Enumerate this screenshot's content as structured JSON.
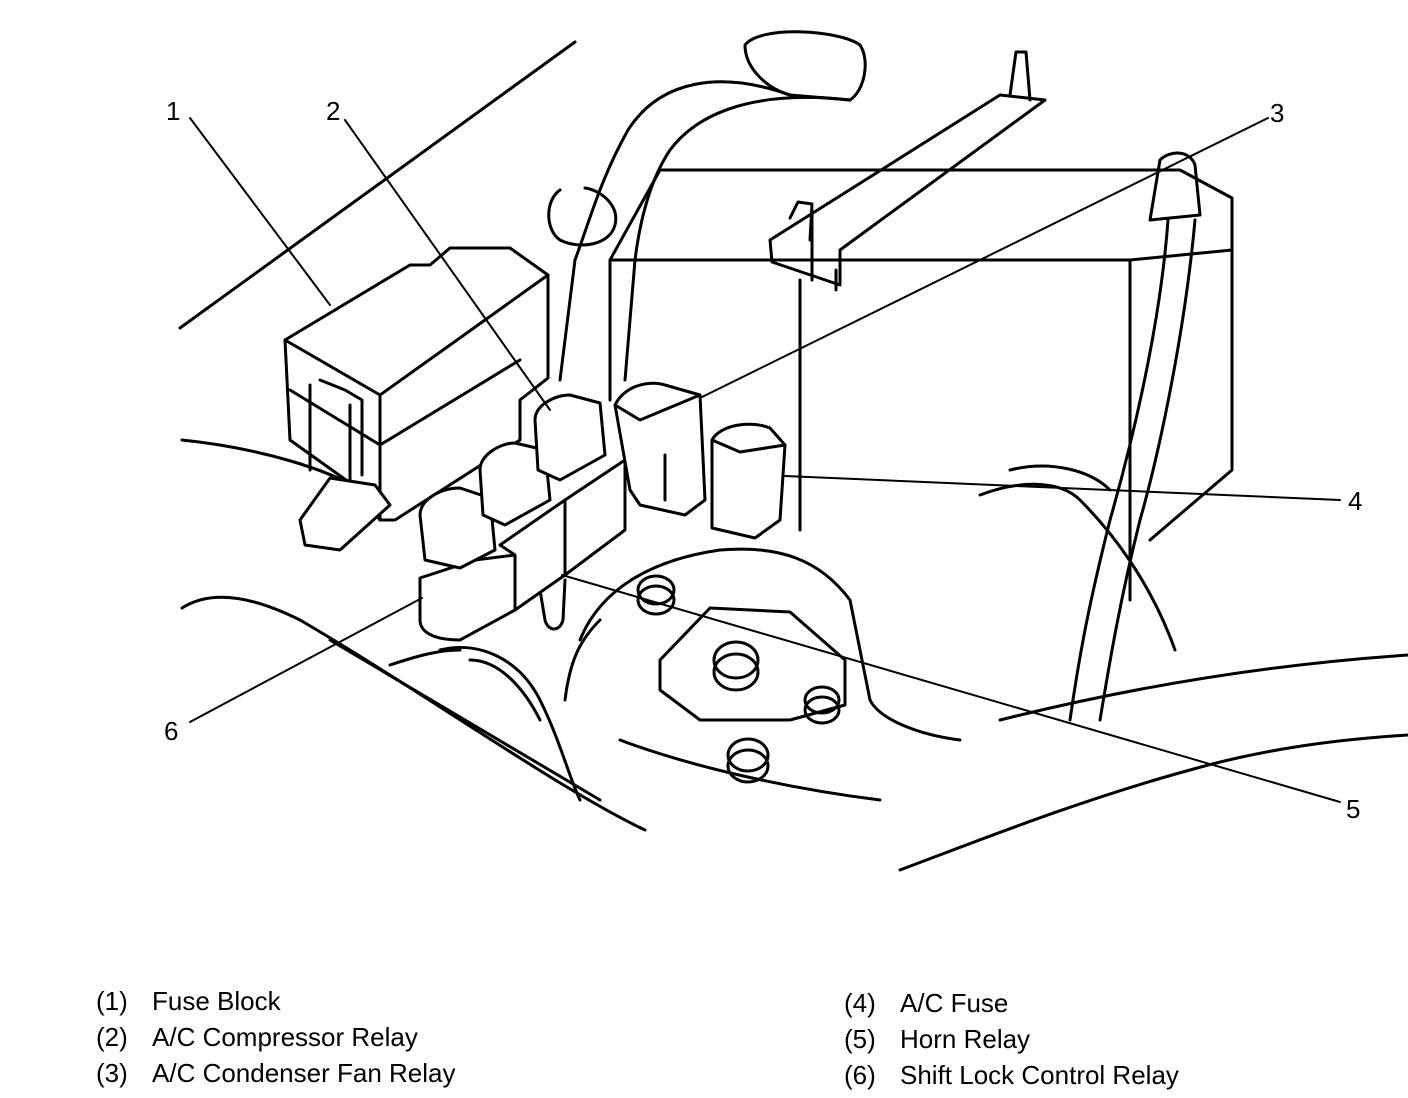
{
  "callouts": {
    "c1": "1",
    "c2": "2",
    "c3": "3",
    "c4": "4",
    "c5": "5",
    "c6": "6"
  },
  "legend": {
    "left": [
      {
        "num": "(1)",
        "label": "Fuse Block"
      },
      {
        "num": "(2)",
        "label": "A/C Compressor Relay"
      },
      {
        "num": "(3)",
        "label": "A/C Condenser Fan Relay"
      }
    ],
    "right": [
      {
        "num": "(4)",
        "label": "A/C Fuse"
      },
      {
        "num": "(5)",
        "label": "Horn Relay"
      },
      {
        "num": "(6)",
        "label": "Shift Lock Control Relay"
      }
    ]
  }
}
